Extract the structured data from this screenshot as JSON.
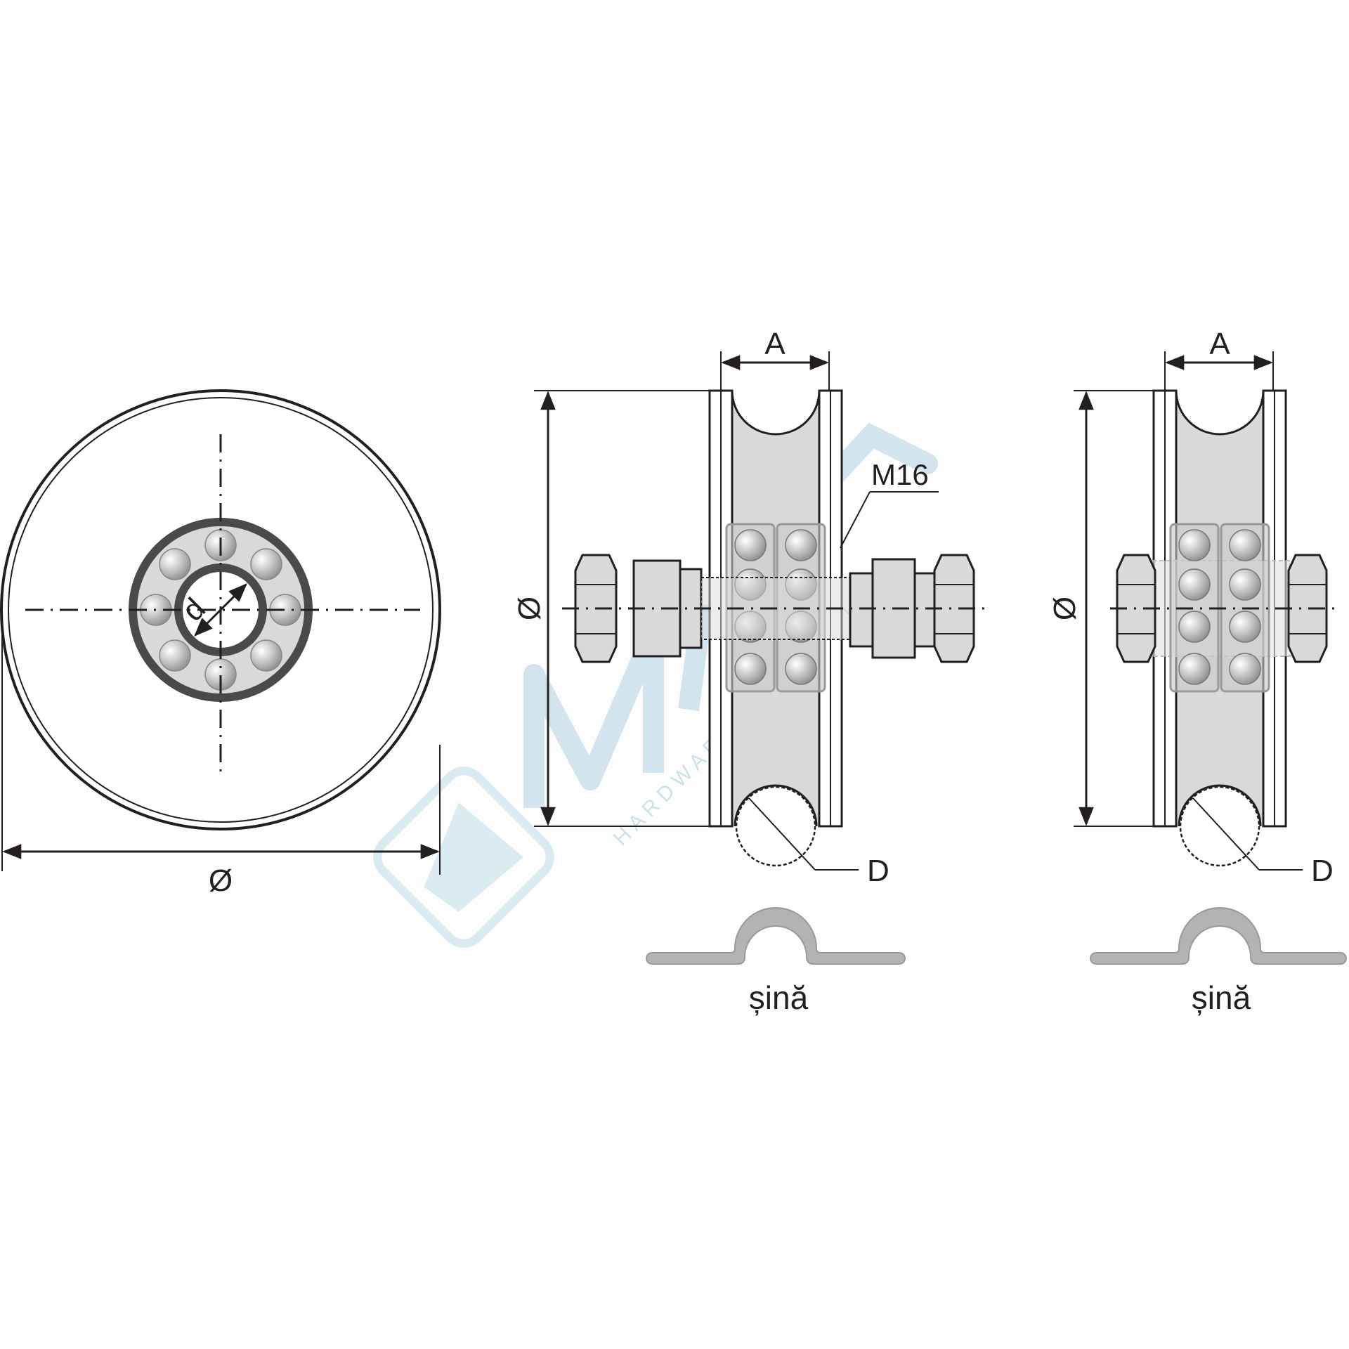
{
  "watermark": {
    "brand": "MIDICA",
    "tagline": "HARDWARE PRODUCTION",
    "color": "#a9d0e0"
  },
  "front_view": {
    "outer_diameter_label": "Ø",
    "bore_label": "d"
  },
  "side_view_1": {
    "width_label": "A",
    "diameter_label": "Ø",
    "thread_label": "M16",
    "groove_label": "D",
    "rail_label": "șină"
  },
  "side_view_2": {
    "width_label": "A",
    "diameter_label": "Ø",
    "groove_label": "D",
    "rail_label": "șină"
  },
  "colors": {
    "line": "#231f20",
    "wheel_fill": "#d9d9d9",
    "ball_fill": "#b8b8b8",
    "rail_fill": "#b3b3b3"
  }
}
